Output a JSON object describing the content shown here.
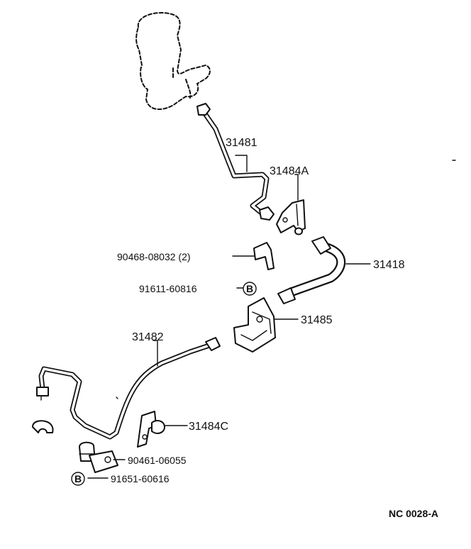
{
  "diagram": {
    "parts": {
      "p31481": "31481",
      "p31484A": "31484A",
      "p31418": "31418",
      "p90468": "90468-08032 (2)",
      "p91611": "91611-60816",
      "p31485": "31485",
      "p31482": "31482",
      "p31484C": "31484C",
      "p90461": "90461-06055",
      "p91651": "91651-60616"
    },
    "markers": {
      "b1": "B",
      "b2": "B"
    },
    "code": "NC 0028-A"
  }
}
